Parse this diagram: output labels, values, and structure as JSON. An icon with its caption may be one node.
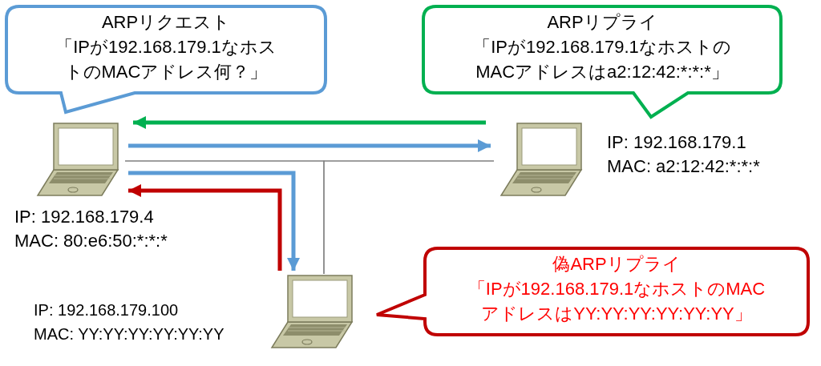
{
  "diagram": {
    "nodes": [
      {
        "text": [
          "ARPリクエスト",
          "「IPが192.168.179.1なホストのMACアドレス何？」"
        ]
      },
      {
        "text": [
          "ARPリプライ",
          "「IPが192.168.179.1なホストのMACアドレスはa2:12:42:*:*:*」"
        ]
      },
      {
        "text": [],
        "shape": "laptop",
        "beside": [
          "IP: 192.168.179.4",
          "MAC: 80:e6:50:*:*:*"
        ]
      },
      {
        "text": [],
        "shape": "laptop",
        "beside": [
          "IP: 192.168.179.1",
          "MAC: a2:12:42:*:*:*"
        ]
      },
      {
        "text": [
          "偽ARPリプライ",
          "「IPが192.168.179.1なホストのMACアドレスはYY:YY:YY:YY:YY:YY」"
        ]
      },
      {
        "text": [],
        "shape": "laptop",
        "beside": [
          "IP: 192.168.179.100",
          "MAC: YY:YY:YY:YY:YY:YY"
        ]
      }
    ],
    "edges": [
      {
        "from": 2,
        "to": 3,
        "arrow": "none"
      },
      {
        "from": 2,
        "to": 5,
        "arrow": "none"
      },
      {
        "from": 3,
        "to": 5,
        "arrow": "none"
      },
      {
        "from": 3,
        "to": 2,
        "arrow": "to",
        "color": "#00b050"
      },
      {
        "from": 2,
        "to": 3,
        "arrow": "to",
        "color": "#5b9bd5"
      },
      {
        "from": 2,
        "to": 5,
        "arrow": "to",
        "color": "#5b9bd5"
      },
      {
        "from": 5,
        "to": 2,
        "arrow": "to",
        "color": "#c00000"
      }
    ]
  }
}
